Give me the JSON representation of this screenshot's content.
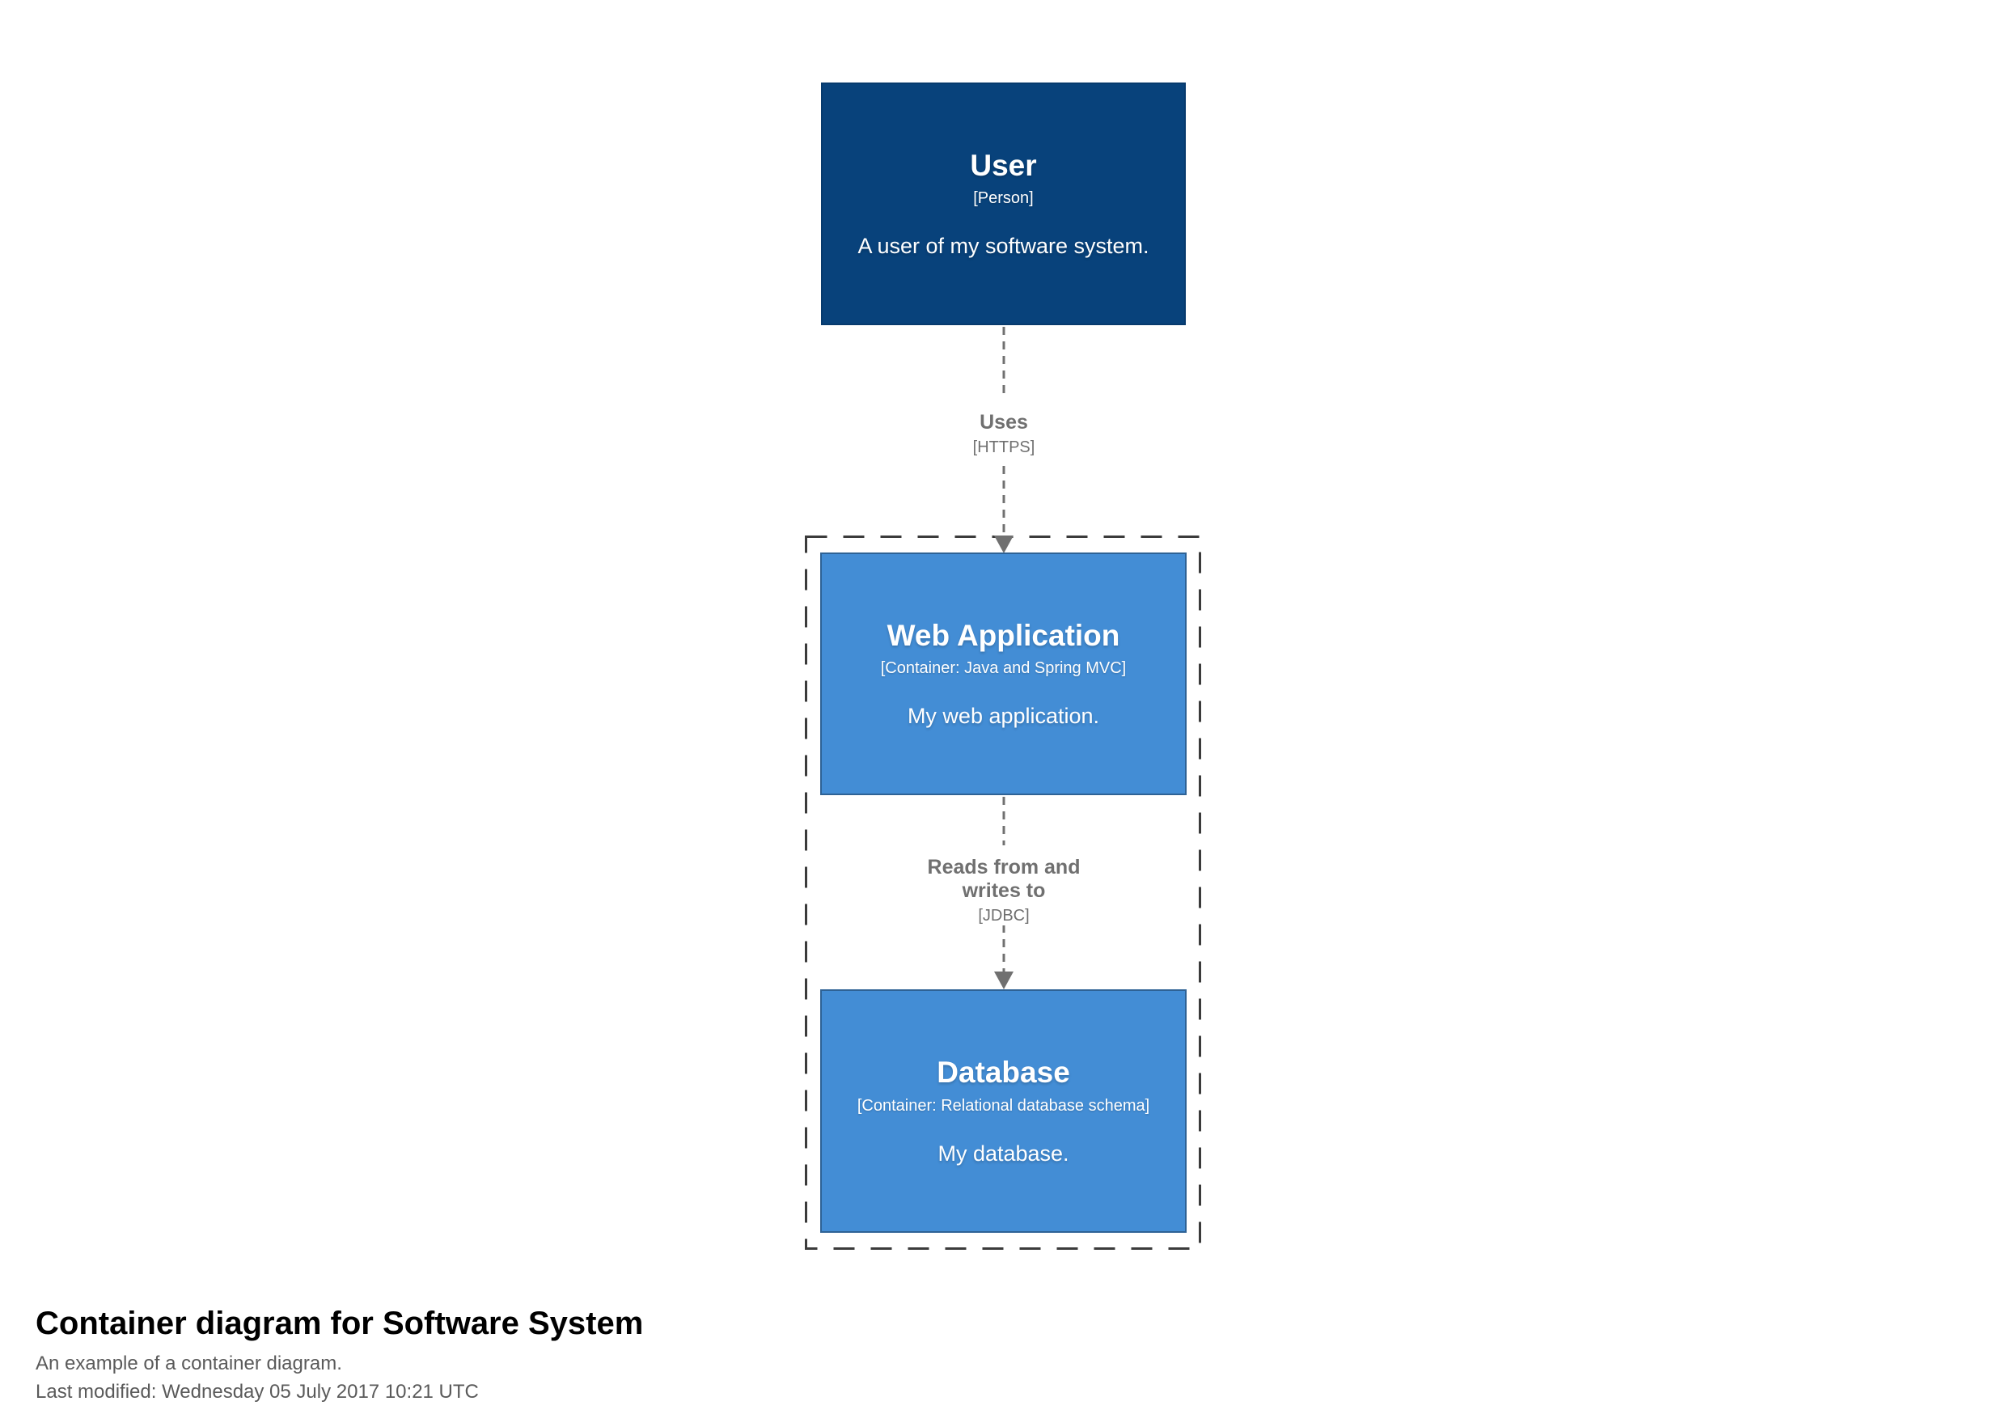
{
  "diagram": {
    "title": "Container diagram for Software System",
    "subtitle": "An example of a container diagram.",
    "last_modified": "Last modified: Wednesday 05 July 2017 10:21 UTC",
    "elements": {
      "user": {
        "name": "User",
        "meta": "[Person]",
        "description": "A user of my software system.",
        "bg": "#08427b"
      },
      "web_application": {
        "name": "Web Application",
        "meta": "[Container: Java and Spring MVC]",
        "description": "My web application.",
        "bg": "#438dd5"
      },
      "database": {
        "name": "Database",
        "meta": "[Container: Relational database schema]",
        "description": "My database.",
        "bg": "#438dd5"
      }
    },
    "relationships": {
      "uses": {
        "label": "Uses",
        "technology": "[HTTPS]"
      },
      "reads_writes": {
        "label": "Reads from and writes to",
        "technology": "[JDBC]"
      }
    },
    "colors": {
      "person_background": "#08427b",
      "container_background": "#438dd5",
      "relationship_line": "#707070",
      "boundary_line": "#3b3b3b",
      "title_text": "#000000",
      "secondary_text": "#5a5a5a"
    }
  }
}
